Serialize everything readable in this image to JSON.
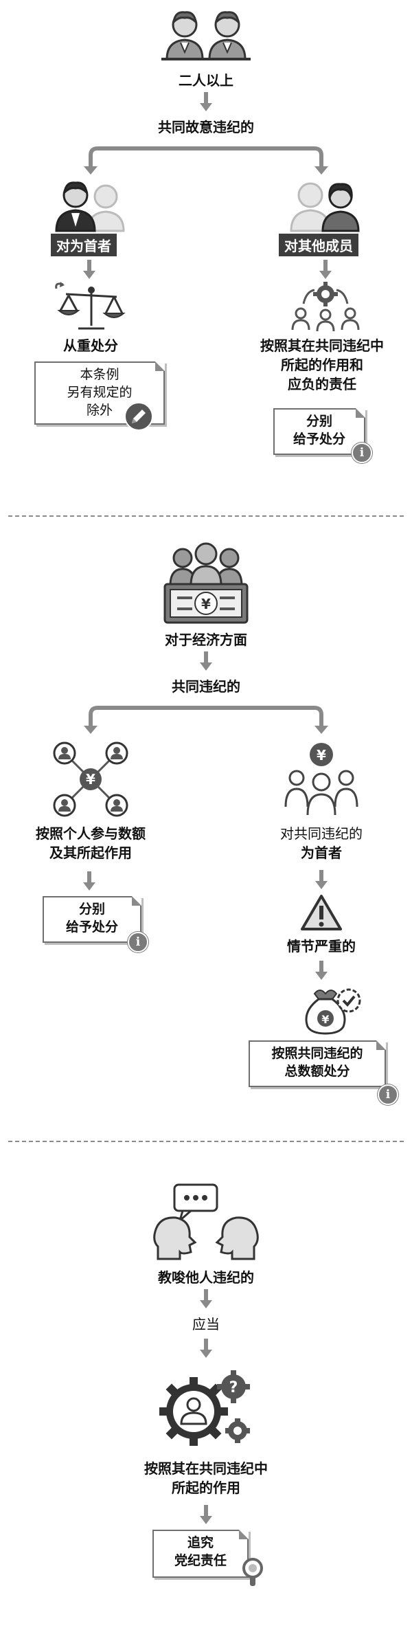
{
  "section1": {
    "top": "二人以上",
    "mid": "共同故意违纪的",
    "left_tag": "对为首者",
    "left_result": "从重处分",
    "left_note_l1": "本条例",
    "left_note_l2": "另有规定的",
    "left_note_l3": "除外",
    "right_tag": "对其他成员",
    "right_l1": "按照其在共同违纪中",
    "right_l2": "所起的作用和",
    "right_l3": "应负的责任",
    "right_note_l1": "分别",
    "right_note_l2": "给予处分"
  },
  "section2": {
    "top": "对于经济方面",
    "mid": "共同违纪的",
    "left_l1": "按照个人参与数额",
    "left_l2": "及其所起作用",
    "left_note_l1": "分别",
    "left_note_l2": "给予处分",
    "right_l1": "对共同违纪的",
    "right_l2": "为首者",
    "right_l3": "情节严重的",
    "right_note_l1": "按照共同违纪的",
    "right_note_l2": "总数额处分"
  },
  "section3": {
    "top": "教唆他人违纪的",
    "mid": "应当",
    "l1": "按照其在共同违纪中",
    "l2": "所起的作用",
    "note_l1": "追究",
    "note_l2": "党纪责任"
  },
  "icons": {
    "info": "i",
    "yuan": "¥",
    "warning": "!"
  }
}
